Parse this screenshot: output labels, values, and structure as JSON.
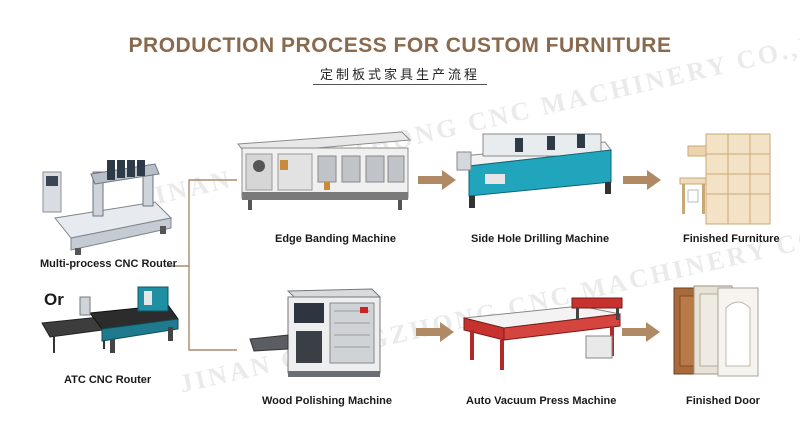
{
  "header": {
    "title": "PRODUCTION PROCESS FOR CUSTOM FURNITURE",
    "subtitle": "定制板式家具生产流程"
  },
  "watermark": {
    "line1": "JINAN GUANGZHONG CNC MACHINERY CO.,LTD.",
    "line2": "JINAN GUANGZHONG CNC MACHINERY CO.,LTD."
  },
  "left_column": {
    "machine_a_label": "Multi-process CNC Router",
    "or_text": "Or",
    "machine_b_label": "ATC CNC Router"
  },
  "top_row": {
    "step1_label": "Edge Banding Machine",
    "step2_label": "Side Hole Drilling Machine",
    "result_label": "Finished Furniture"
  },
  "bottom_row": {
    "step1_label": "Wood Polishing Machine",
    "step2_label": "Auto Vacuum Press Machine",
    "result_label": "Finished Door"
  },
  "colors": {
    "title": "#8a6a4e",
    "arrow": "#b08a64",
    "connector": "#a88c6c"
  }
}
